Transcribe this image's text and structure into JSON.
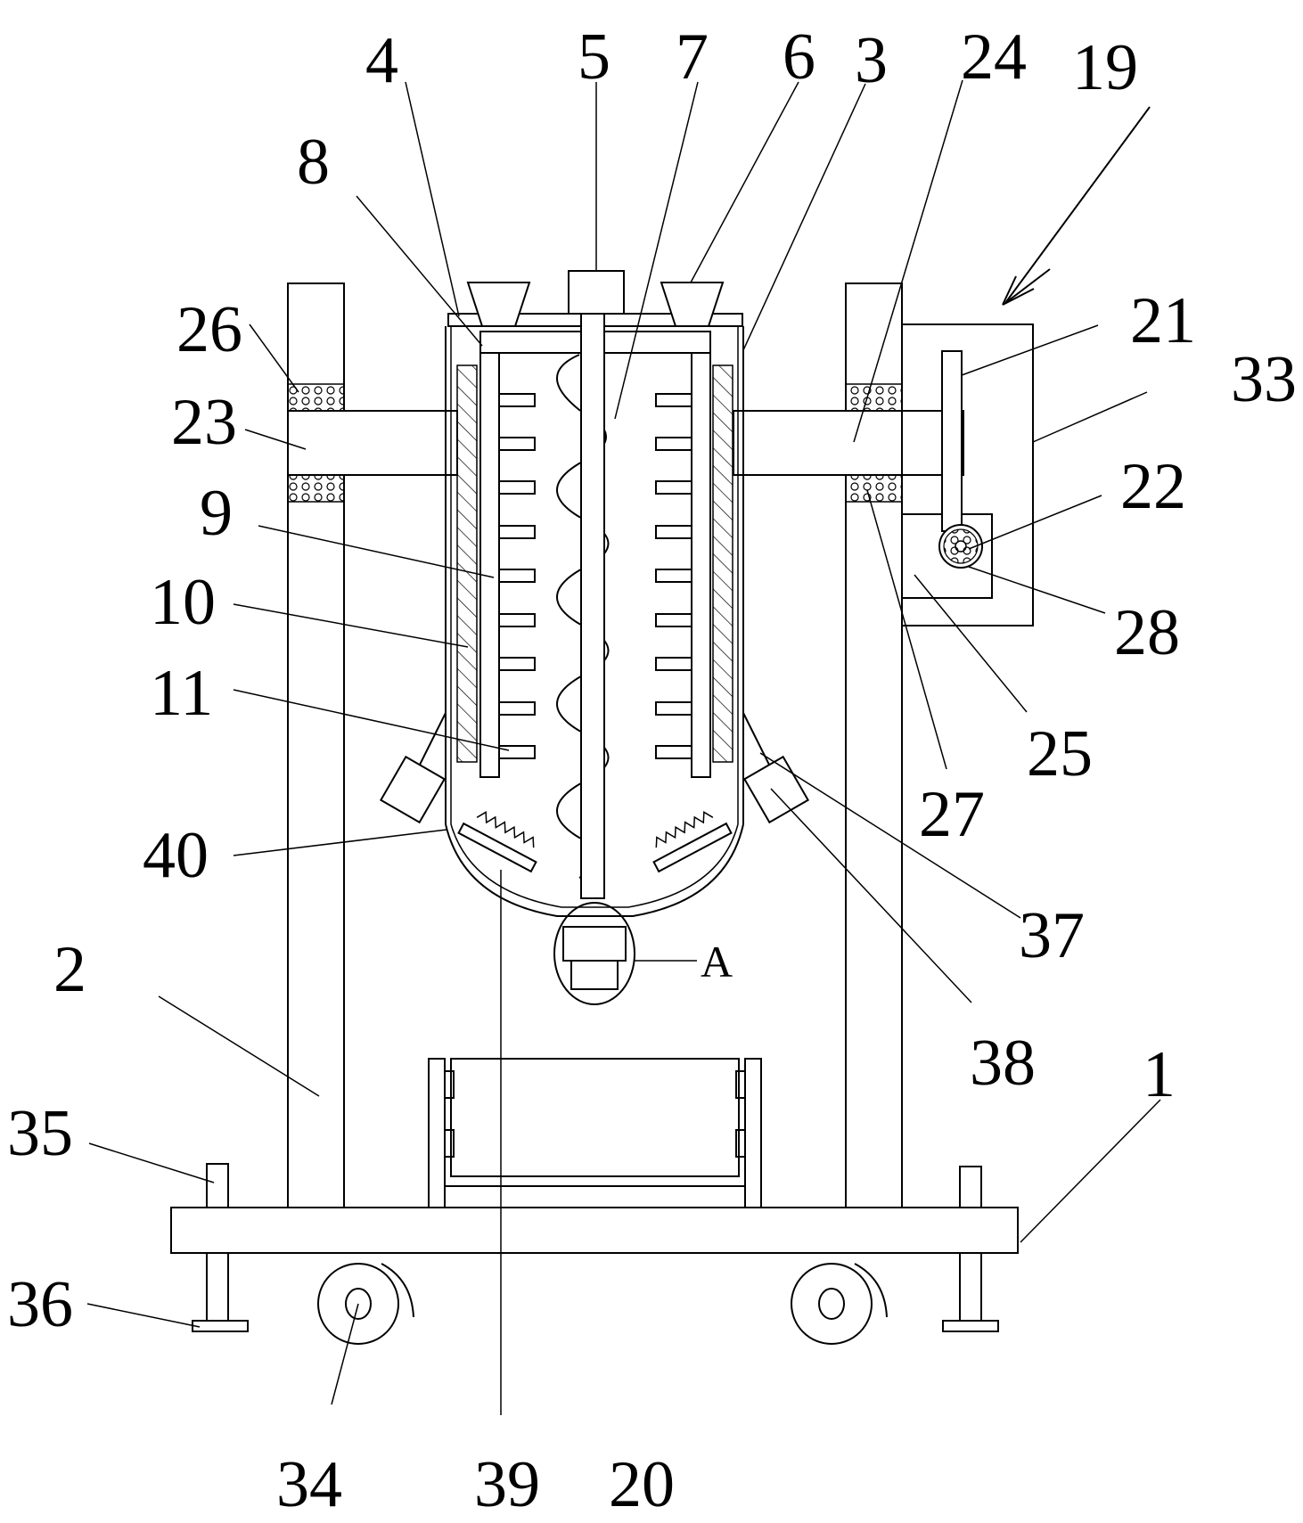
{
  "figure": {
    "labels": [
      "1",
      "2",
      "3",
      "4",
      "5",
      "6",
      "7",
      "8",
      "9",
      "10",
      "11",
      "19",
      "20",
      "21",
      "22",
      "23",
      "24",
      "25",
      "26",
      "27",
      "28",
      "33",
      "34",
      "35",
      "36",
      "37",
      "38",
      "39",
      "40",
      "A"
    ]
  }
}
